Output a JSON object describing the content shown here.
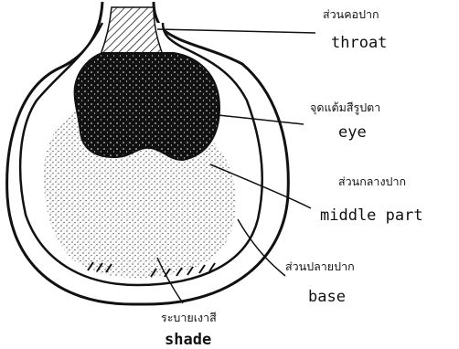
{
  "labels": {
    "throat": {
      "thai": "ส่วนคอปาก",
      "english": "throat"
    },
    "eye": {
      "thai": "จุดแต้มสีรูปตา",
      "english": "eye"
    },
    "middle": {
      "thai": "ส่วนกลางปาก",
      "english": "middle part"
    },
    "base": {
      "thai": "ส่วนปลายปาก",
      "english": "base"
    },
    "shade": {
      "thai": "ระบายเงาสี",
      "english": "shade"
    }
  }
}
